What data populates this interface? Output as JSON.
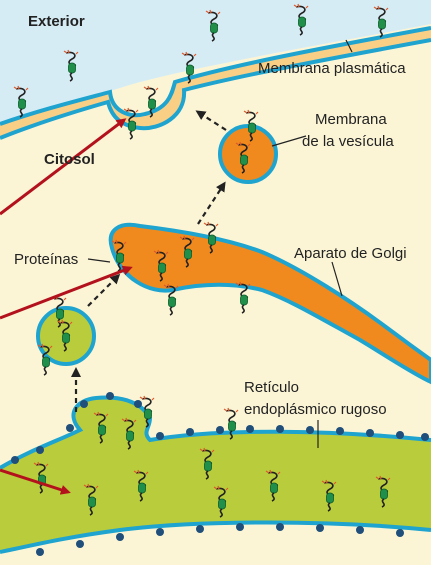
{
  "labels": {
    "exterior": "Exterior",
    "citosol": "Citosol",
    "membrana_plasmatica": "Membrana plasmática",
    "membrana_vesicula_1": "Membrana",
    "membrana_vesicula_2": "de la vesícula",
    "proteinas": "Proteínas",
    "aparato_golgi": "Aparato de Golgi",
    "reticulo_1": "Retículo",
    "reticulo_2": "endoplásmico rugoso"
  },
  "colors": {
    "exterior_bg": "#d6ecf5",
    "cytosol_bg": "#fbf5d6",
    "membrane": "#1fa3cf",
    "plasma_inner": "#f9cf86",
    "golgi": "#f08a1e",
    "er": "#b9cc3c",
    "protein": "#1f8f4a",
    "ribosome": "#1f4f7a",
    "pointer_arrow": "#b3121d",
    "transport_arrow": "#222222"
  }
}
